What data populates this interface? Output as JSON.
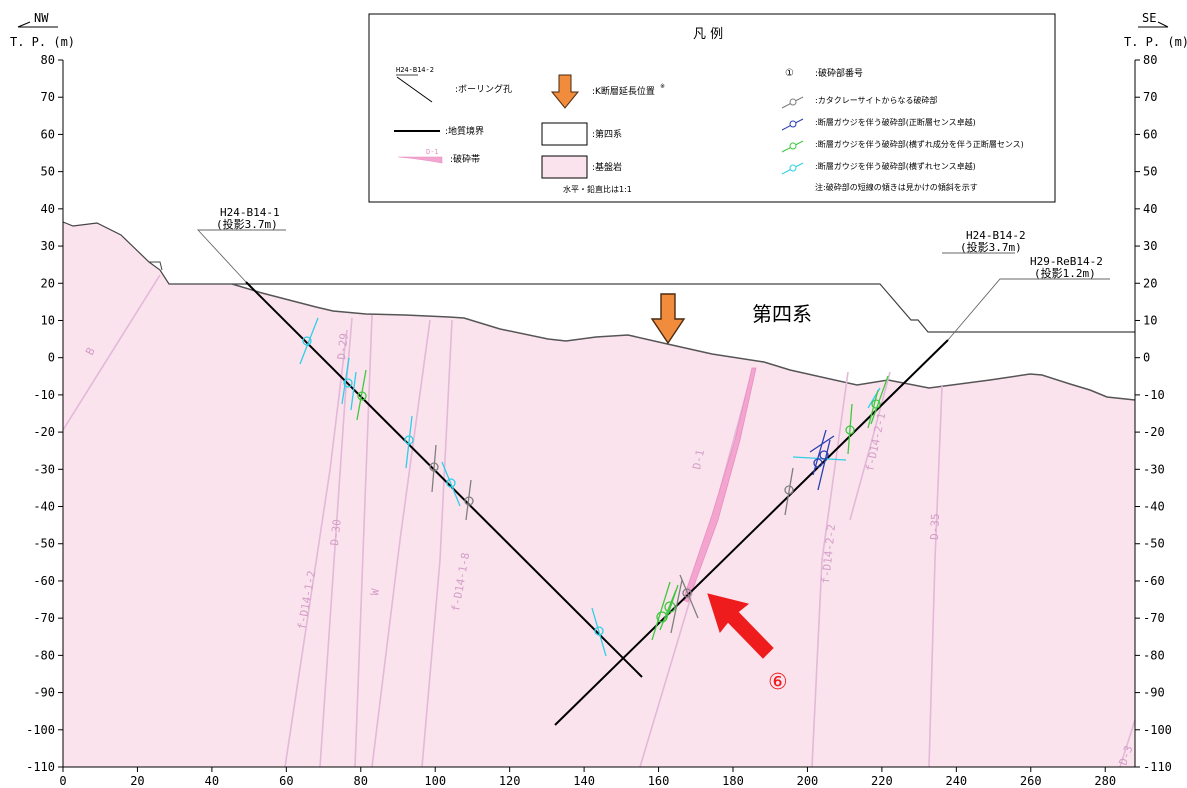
{
  "header": {
    "left_direction": "NW",
    "right_direction": "SE",
    "left_axis_label": "T. P. (m)",
    "right_axis_label": "T. P. (m)"
  },
  "axes": {
    "x_ticks": [
      0,
      20,
      40,
      60,
      80,
      100,
      120,
      140,
      160,
      180,
      200,
      220,
      240,
      260,
      280
    ],
    "y_ticks": [
      80,
      70,
      60,
      50,
      40,
      30,
      20,
      10,
      0,
      -10,
      -20,
      -30,
      -40,
      -50,
      -60,
      -70,
      -80,
      -90,
      -100,
      -110
    ],
    "x_range": [
      0,
      288
    ],
    "y_range": [
      -110,
      80
    ]
  },
  "legend": {
    "title": "凡 例",
    "borehole_sample": "H24-B14-2",
    "borehole": ":ボーリング孔",
    "boundary": ":地質境界",
    "fracture_zone_sample": "D-1",
    "fracture_zone": ":破砕帯",
    "k_fault_position": ":K断層延長位置",
    "k_fault_note_mark": "※",
    "quaternary": ":第四系",
    "bedrock": ":基盤岩",
    "scale_note": "水平・鉛直比は1:1",
    "zone_number_symbol": "①",
    "zone_number": ":破砕部番号",
    "cataclasite": ":カタクレーサイトからなる破砕部",
    "gouge_normal": ":断層ガウジを伴う破砕部(正断層センス卓越)",
    "gouge_strike_normal": ":断層ガウジを伴う破砕部(横ずれ成分を伴う正断層センス)",
    "gouge_strike": ":断層ガウジを伴う破砕部(横ずれセンス卓越)",
    "note": "注:破砕部の短線の傾きは見かけの傾斜を示す"
  },
  "boreholes": [
    {
      "name": "H24-B14-1",
      "projection": "(投影3.7m)"
    },
    {
      "name": "H24-B14-2",
      "projection": "(投影3.7m)"
    },
    {
      "name": "H29-ReB14-2",
      "projection": "(投影1.2m)"
    }
  ],
  "quaternary_label": "第四系",
  "fault_labels": [
    "B",
    "D-29",
    "D-30",
    "f-D14-1-2",
    "W",
    "f-D14-1-8",
    "D-1",
    "f-D14-2-2",
    "f-D14-2-1",
    "D-35",
    "D-3"
  ],
  "marker_label": "⑥",
  "colors": {
    "bedrock": "#fbe3ee",
    "fault_line": "#e3b8d8",
    "fracture_zone": "#f3a5cf",
    "arrow_orange": "#f08c3c",
    "arrow_red": "#ee1c1c",
    "cataclasite": "#7f7f7f",
    "gouge_normal": "#2a3fb0",
    "gouge_strike_normal": "#3fc83f",
    "gouge_strike": "#2ecfe6"
  }
}
